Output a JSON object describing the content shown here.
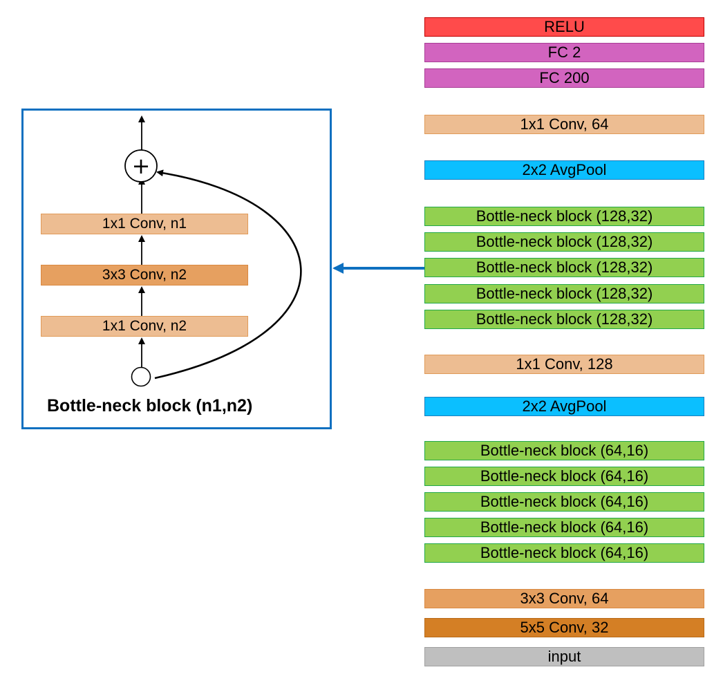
{
  "network_layers": [
    {
      "label": "RELU",
      "color": "#ff4b4b",
      "border": "#c00000"
    },
    {
      "label": "FC 2",
      "color": "#d264bf",
      "border": "#a83d95"
    },
    {
      "label": "FC 200",
      "color": "#d264bf",
      "border": "#a83d95"
    },
    {
      "label": "1x1 Conv, 64",
      "color": "#edbd92",
      "border": "#e09a58"
    },
    {
      "label": "2x2 AvgPool",
      "color": "#0bbfff",
      "border": "#1a7fbf"
    },
    {
      "label": "Bottle-neck block (128,32)",
      "color": "#92d050",
      "border": "#22a84a"
    },
    {
      "label": "Bottle-neck block (128,32)",
      "color": "#92d050",
      "border": "#22a84a"
    },
    {
      "label": "Bottle-neck block (128,32)",
      "color": "#92d050",
      "border": "#22a84a"
    },
    {
      "label": "Bottle-neck block (128,32)",
      "color": "#92d050",
      "border": "#22a84a"
    },
    {
      "label": "Bottle-neck block (128,32)",
      "color": "#92d050",
      "border": "#22a84a"
    },
    {
      "label": "1x1 Conv, 128",
      "color": "#edbd92",
      "border": "#e09a58"
    },
    {
      "label": "2x2 AvgPool",
      "color": "#0bbfff",
      "border": "#1a7fbf"
    },
    {
      "label": "Bottle-neck block (64,16)",
      "color": "#92d050",
      "border": "#22a84a"
    },
    {
      "label": "Bottle-neck block (64,16)",
      "color": "#92d050",
      "border": "#22a84a"
    },
    {
      "label": "Bottle-neck block (64,16)",
      "color": "#92d050",
      "border": "#22a84a"
    },
    {
      "label": "Bottle-neck block (64,16)",
      "color": "#92d050",
      "border": "#22a84a"
    },
    {
      "label": "Bottle-neck block (64,16)",
      "color": "#92d050",
      "border": "#22a84a"
    },
    {
      "label": "3x3 Conv, 64",
      "color": "#e6a060",
      "border": "#d98840"
    },
    {
      "label": "5x5 Conv, 32",
      "color": "#d47f25",
      "border": "#b86a18"
    },
    {
      "label": "input",
      "color": "#bfbfbf",
      "border": "#a0a0a0"
    }
  ],
  "bottleneck_detail": {
    "title": "Bottle-neck block (n1,n2)",
    "add_symbol": "+",
    "layers": [
      {
        "label": "1x1 Conv, n1",
        "color": "#edbd92",
        "border": "#e09a58"
      },
      {
        "label": "3x3 Conv, n2",
        "color": "#e6a060",
        "border": "#d98840"
      },
      {
        "label": "1x1 Conv, n2",
        "color": "#edbd92",
        "border": "#e09a58"
      }
    ]
  },
  "colors": {
    "frame": "#0e70c0",
    "pointer_arrow": "#0e70c0",
    "flow_arrow": "#000000"
  }
}
